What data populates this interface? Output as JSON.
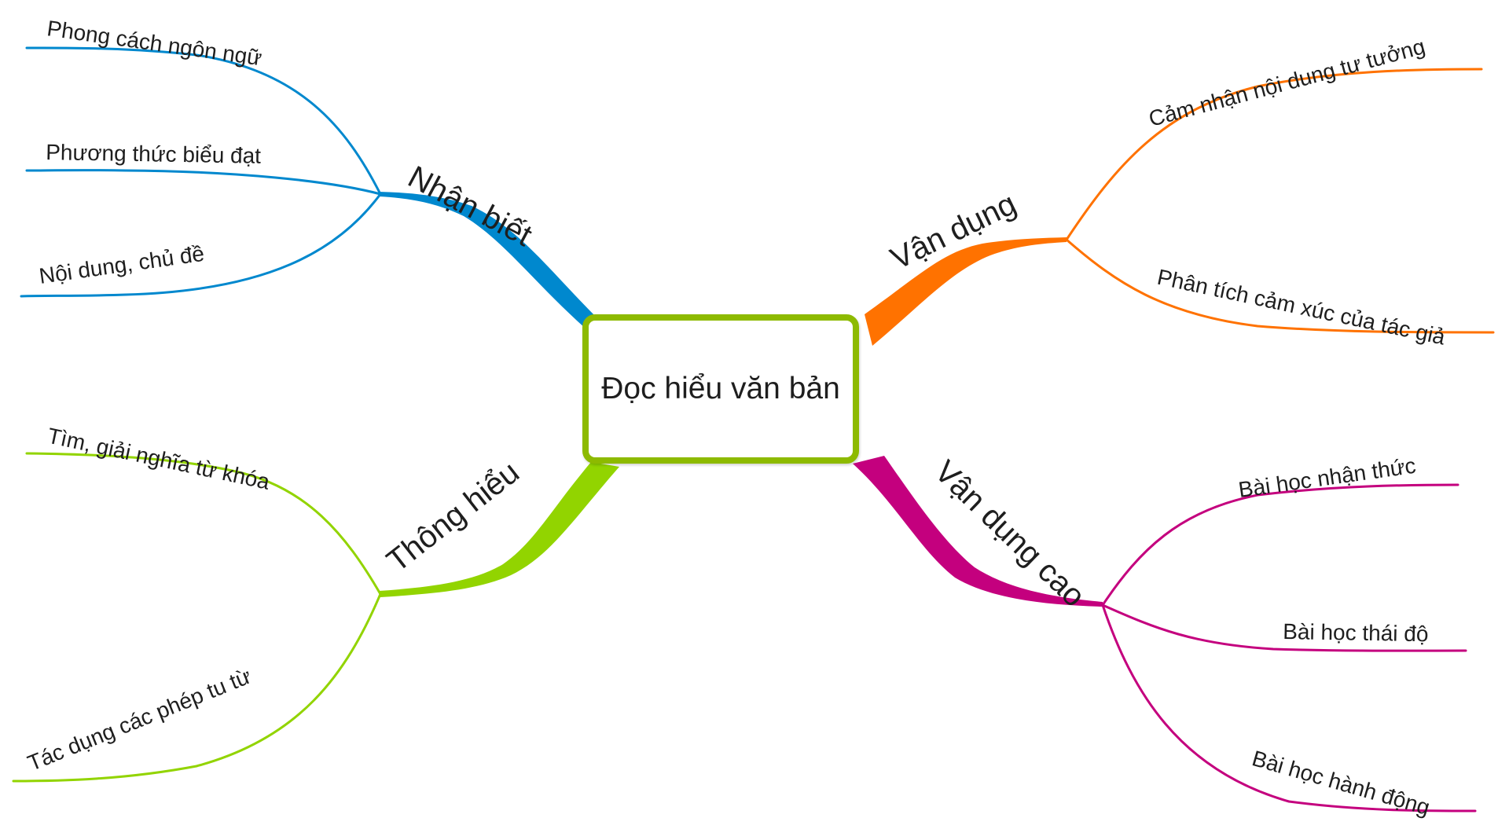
{
  "title": "Đọc hiểu văn bản",
  "colors": {
    "center_border": "#8dba00",
    "nhan_biet": "#0088ce",
    "thong_hieu": "#92d400",
    "van_dung": "#ff7200",
    "van_dung_cao": "#c4007e",
    "text": "#1e1e1e"
  },
  "branches": [
    {
      "label": "Nhận biết",
      "color": "#0088ce",
      "position": "top-left",
      "children": [
        {
          "label": "Phong cách ngôn ngữ"
        },
        {
          "label": "Phương thức biểu đạt"
        },
        {
          "label": "Nội dung, chủ đề"
        }
      ]
    },
    {
      "label": "Thông hiểu",
      "color": "#92d400",
      "position": "bottom-left",
      "children": [
        {
          "label": "Tìm, giải nghĩa từ khóa"
        },
        {
          "label": "Tác dụng các phép tu từ"
        }
      ]
    },
    {
      "label": "Vận dụng",
      "color": "#ff7200",
      "position": "top-right",
      "children": [
        {
          "label": "Cảm nhận nội dung tư tưởng"
        },
        {
          "label": "Phân tích cảm xúc của tác giả"
        }
      ]
    },
    {
      "label": "Vận dụng cao",
      "color": "#c4007e",
      "position": "bottom-right",
      "children": [
        {
          "label": "Bài học nhận thức"
        },
        {
          "label": "Bài học thái độ"
        },
        {
          "label": "Bài học hành động"
        }
      ]
    }
  ]
}
